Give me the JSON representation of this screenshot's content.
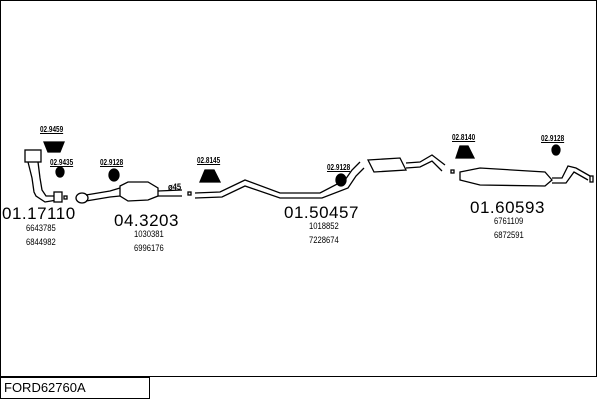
{
  "title": "FORD62760A",
  "parts": [
    {
      "number": "01.17110",
      "oe": [
        "6643785",
        "6844982"
      ]
    },
    {
      "number": "04.3203",
      "oe": [
        "1030381",
        "6996176"
      ]
    },
    {
      "number": "01.50457",
      "oe": [
        "1018852",
        "7228674"
      ]
    },
    {
      "number": "01.60593",
      "oe": [
        "6761109",
        "6872591"
      ]
    }
  ],
  "accessories": [
    "02.9459",
    "02.9435",
    "02.9128",
    "02.8145",
    "02.9128",
    "02.8140",
    "02.9128"
  ],
  "diameter_label": "ø45"
}
